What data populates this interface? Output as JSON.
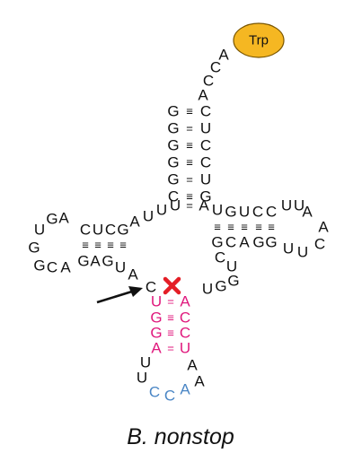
{
  "caption": "B. nonstop",
  "amino_acid_label": "Trp",
  "colors": {
    "default": "#111111",
    "mutation": "#e0197d",
    "anticodon": "#4a86c5",
    "trp_fill": "#f5b722",
    "trp_stroke": "#7a5600",
    "cross": "#e41e26"
  },
  "nucleotides": {
    "acceptor_tail": [
      "A",
      "C",
      "C",
      "A"
    ],
    "acceptor_5prime": [
      "G",
      "G",
      "G",
      "G",
      "G",
      "C"
    ],
    "acceptor_3prime": [
      "C",
      "U",
      "C",
      "C",
      "U",
      "G"
    ],
    "acceptor_bonds": [
      "≡",
      "=",
      "≡",
      "≡",
      "=",
      "≡"
    ],
    "junction_top": [
      "U",
      "U"
    ],
    "junction_pair": {
      "left": "U",
      "bond": "=",
      "right": "A"
    },
    "d_arm_top": [
      "U",
      "G",
      "A",
      "C",
      "U",
      "C",
      "G",
      "A"
    ],
    "d_arm_loop": [
      "G"
    ],
    "d_arm_bottom": [
      "G",
      "C",
      "A",
      "G",
      "A",
      "G",
      "U",
      "A"
    ],
    "d_arm_bonds": [
      "≡",
      "≡",
      "≡",
      "≡"
    ],
    "t_arm_top": [
      "U",
      "G",
      "U",
      "C",
      "C",
      "U",
      "U",
      "A"
    ],
    "t_arm_loop": [
      "A",
      "C"
    ],
    "t_arm_bottom": [
      "G",
      "C",
      "A",
      "G",
      "G",
      "U",
      "U"
    ],
    "t_arm_bonds": [
      "≡",
      "≡",
      "≡",
      "≡",
      "≡"
    ],
    "variable_loop": [
      "C",
      "U",
      "G",
      "G",
      "U"
    ],
    "anticodon_stem_left": [
      "U",
      "G",
      "G",
      "A"
    ],
    "anticodon_stem_right": [
      "A",
      "C",
      "C",
      "U"
    ],
    "anticodon_stem_bonds": [
      "=",
      "≡",
      "≡",
      "="
    ],
    "anticodon_loop_left": [
      "U",
      "U"
    ],
    "anticodon_loop_right": [
      "A",
      "A"
    ],
    "anticodon": [
      "C",
      "C",
      "A"
    ],
    "junction_left": "C"
  }
}
